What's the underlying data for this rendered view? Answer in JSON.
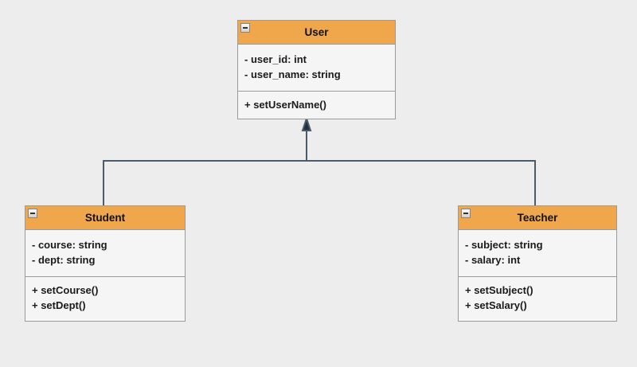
{
  "diagram": {
    "type": "uml-class-diagram",
    "classes": {
      "user": {
        "name": "User",
        "attributes": [
          "- user_id: int",
          "- user_name: string"
        ],
        "methods": [
          "+ setUserName()"
        ]
      },
      "student": {
        "name": "Student",
        "attributes": [
          "- course: string",
          "- dept: string"
        ],
        "methods": [
          "+ setCourse()",
          "+ setDept()"
        ]
      },
      "teacher": {
        "name": "Teacher",
        "attributes": [
          "- subject: string",
          "- salary: int"
        ],
        "methods": [
          "+ setSubject()",
          "+ setSalary()"
        ]
      }
    },
    "relations": [
      {
        "type": "inheritance",
        "from": "Student",
        "to": "User"
      },
      {
        "type": "inheritance",
        "from": "Teacher",
        "to": "User"
      }
    ],
    "icons": {
      "collapse": "minus-square"
    },
    "colors": {
      "header_fill": "#F0A64B",
      "body_fill": "#F5F5F5",
      "box_border": "#9A9A9A",
      "connector": "#4C5B6B",
      "arrowhead": "#22303F",
      "background": "#EDEDED",
      "text": "#1A1A1A"
    }
  }
}
